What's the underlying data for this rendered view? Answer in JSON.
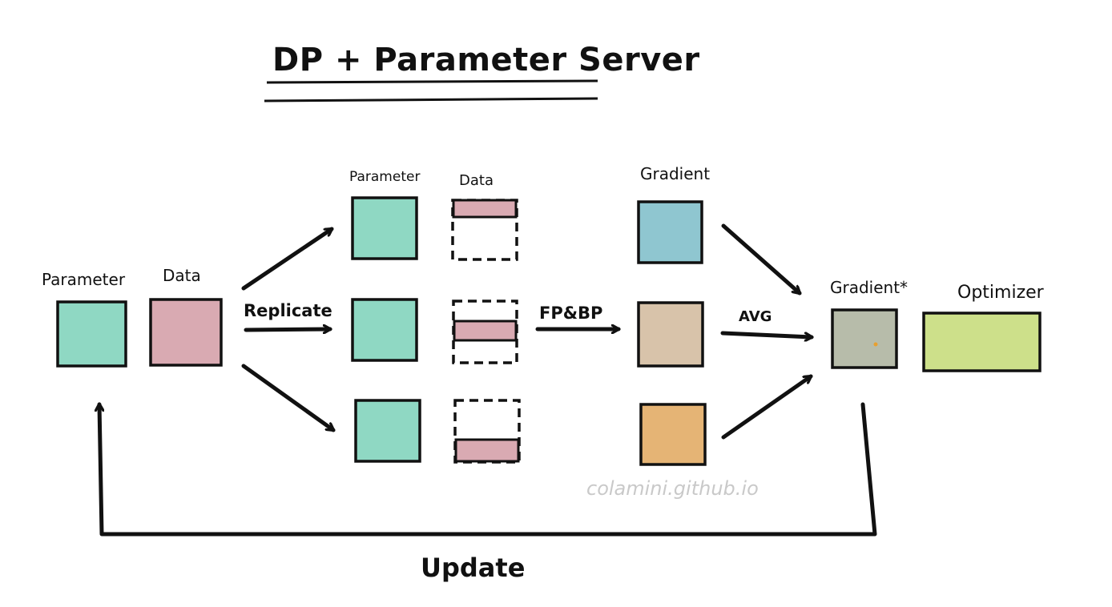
{
  "title": "DP + Parameter Server",
  "labels": {
    "parameter_left": "Parameter",
    "data_left": "Data",
    "parameter_replica": "Parameter",
    "data_replica": "Data",
    "gradient": "Gradient",
    "gradient_star": "Gradient*",
    "optimizer": "Optimizer",
    "replicate": "Replicate",
    "fpbp": "FP&BP",
    "avg": "AVG",
    "update": "Update",
    "watermark": "colamini.github.io"
  },
  "colors": {
    "parameter": "#8fd8c3",
    "data": "#d9aab2",
    "gradient_1": "#8fc6d0",
    "gradient_2": "#d8c3aa",
    "gradient_3": "#e5b475",
    "gradient_avg": "#b7bcaa",
    "optimizer": "#cde08a",
    "stroke": "#111111"
  }
}
